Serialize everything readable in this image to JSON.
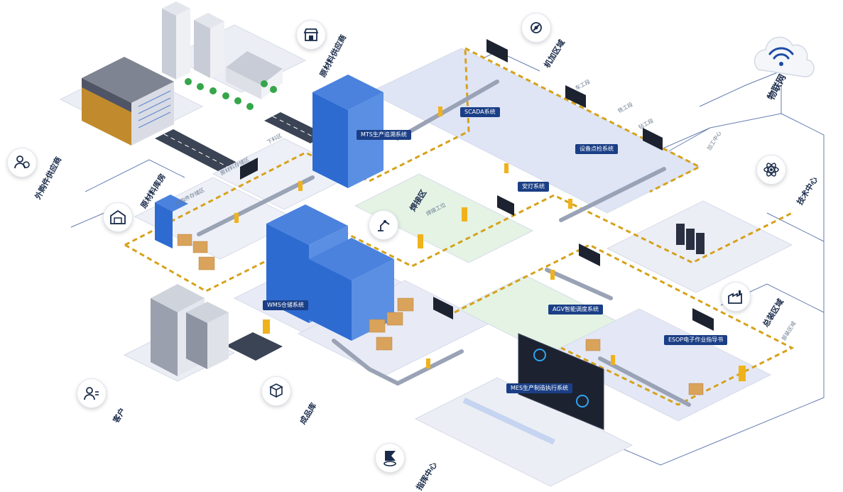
{
  "zones": {
    "raw_supplier": "原材料供应商",
    "outsourced_supplier": "外购件供应商",
    "raw_warehouse": "原材料库房",
    "machining_area": "机加区域",
    "welding_area": "焊接区",
    "assembly_area": "总装区域",
    "tech_center": "技术中心",
    "customer": "客户",
    "finished_goods": "成品库",
    "command_center": "指挥中心",
    "iot": "物联网"
  },
  "sub_areas": {
    "unload": "下料区",
    "raw_storage": "原材料存储区",
    "outsourced_storage": "外购件存储区",
    "turning": "车工段",
    "milling": "铣工段",
    "drilling": "钻工段",
    "machining_center": "加工中心",
    "welding_station": "焊接工位",
    "assembly_sub": "部装区域"
  },
  "systems": {
    "mts": "MTS生产追溯系统",
    "scada": "SCADA系统",
    "equipment": "设备点检系统",
    "andon": "安灯系统",
    "wms": "WMS仓储系统",
    "agv": "AGV智能调度系统",
    "esop": "ESOP电子作业指导书",
    "mes": "MES生产制造执行系统"
  },
  "icons": {
    "raw_supplier": "storefront-icon",
    "outsourced_supplier": "supplier-person-icon",
    "raw_warehouse": "warehouse-icon",
    "machining_area": "gear-tool-icon",
    "welding_area": "welding-robot-icon",
    "assembly_area": "assembly-factory-icon",
    "tech_center": "atom-icon",
    "customer": "customer-icon",
    "finished_goods": "boxes-icon",
    "command_center": "command-flag-icon",
    "iot": "wifi-cloud-icon"
  },
  "colors": {
    "tag_blue": "#1b3f86",
    "rack_blue": "#2d6bd1",
    "dashed_border": "#d5a21a",
    "network_line": "#3d5b9c"
  }
}
